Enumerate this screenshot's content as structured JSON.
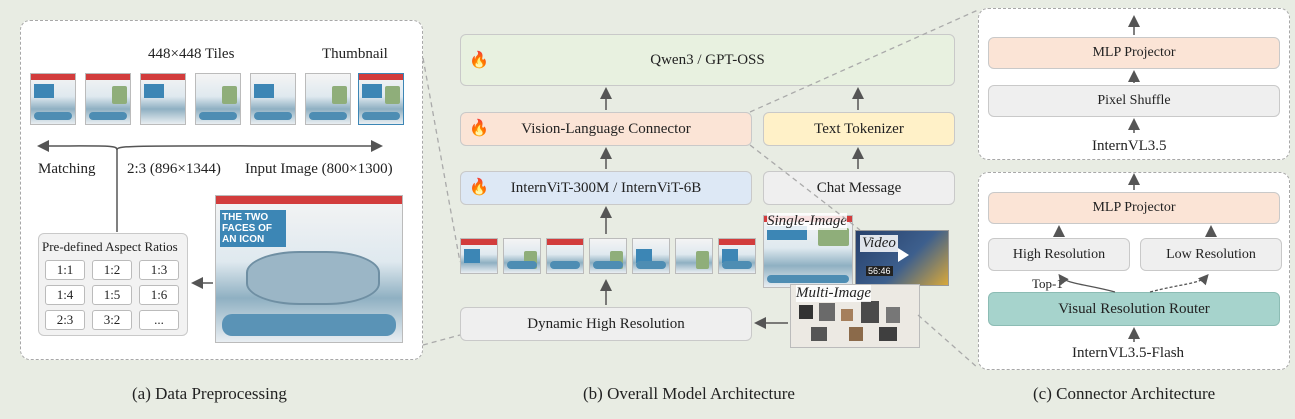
{
  "panel_a": {
    "tiles_label": "448×448 Tiles",
    "thumbnail_label": "Thumbnail",
    "matching_label": "Matching",
    "chosen_ratio_label": "2:3 (896×1344)",
    "input_image_label": "Input Image (800×1300)",
    "aspect_ratios_title": "Pre-defined Aspect Ratios",
    "aspect_ratios": [
      "1:1",
      "1:2",
      "1:3",
      "1:4",
      "1:5",
      "1:6",
      "2:3",
      "3:2",
      "..."
    ],
    "image_headline": "THE TWO FACES OF AN ICON",
    "caption": "(a) Data Preprocessing"
  },
  "panel_b": {
    "llm_label": "Qwen3 / GPT-OSS",
    "connector_label": "Vision-Language Connector",
    "tokenizer_label": "Text Tokenizer",
    "vit_label": "InternViT-300M / InternViT-6B",
    "chat_label": "Chat Message",
    "dhr_label": "Dynamic High Resolution",
    "single_image_label": "Single-Image",
    "video_label": "Video",
    "video_time": "56:46",
    "multi_image_label": "Multi-Image",
    "caption": "(b) Overall Model Architecture",
    "trainable_icon": "flame-icon"
  },
  "panel_c": {
    "top_projector": "MLP Projector",
    "pixel_shuffle": "Pixel Shuffle",
    "top_model": "InternVL3.5",
    "bottom_projector": "MLP Projector",
    "high_res": "High Resolution",
    "low_res": "Low Resolution",
    "top1_label": "Top-1",
    "router": "Visual Resolution Router",
    "bottom_model": "InternVL3.5-Flash",
    "caption": "(c) Connector Architecture"
  },
  "colors": {
    "llm": "#e8f1e0",
    "connector": "#fbe4d6",
    "tokenizer": "#fff1c8",
    "vit": "#dde8f5",
    "neutral": "#efefef",
    "router": "#a6d3cc",
    "flame": "#e2561f"
  }
}
